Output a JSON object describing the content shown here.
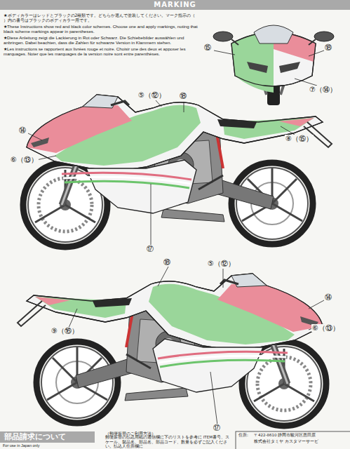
{
  "diagram": {
    "title": "MARKING",
    "labels": [
      "★ボディカラーはレッドとブラックの2種類です。どちらか選んで塗装してください。マーク指示の（ ）内の番号はブラックのボディカラー用です。",
      "★These Instructions show red and black color schemes. Choose one and apply markings, noting that black scheme markings appear in parentheses.",
      "★Diese Anleitung zeigt die Lackierung in Rot oder Schwarz. Die Schiebebilder auswählen und anbringen. Dabei beachten, dass die Zahlen für schwarze Version in Klammern stehen.",
      "★Les instructions se rapportent aux livrées rouge et noire. Choisir une des deux et apposer les marquages. Noter que les marquages de la version noire sont entre parenthèses.",
      "⑮",
      "⑱",
      "⑦（⑭）",
      "⑤（⑫）",
      "⑱",
      "⑭",
      "⑥（⑬）",
      "⑧（⑮）",
      "⑰",
      "⑱",
      "⑤（⑫）",
      "⑭",
      "⑥（⑬）",
      "⑨（⑯）",
      "⑰",
      "部品請求について",
      "For use in Japan only",
      "（郵便振替のご利用方法）",
      "郵便振替の払込用紙の通信欄に下のリストを参考に ITEM番号、スケール、製品名、部品名、部品コード、数量を必ずご記入ください。払込人住所欄に",
      "住所:",
      "〒422-8610 静岡市駿河区恩田原",
      "株式会社タミヤ カスタマーサービ"
    ]
  }
}
